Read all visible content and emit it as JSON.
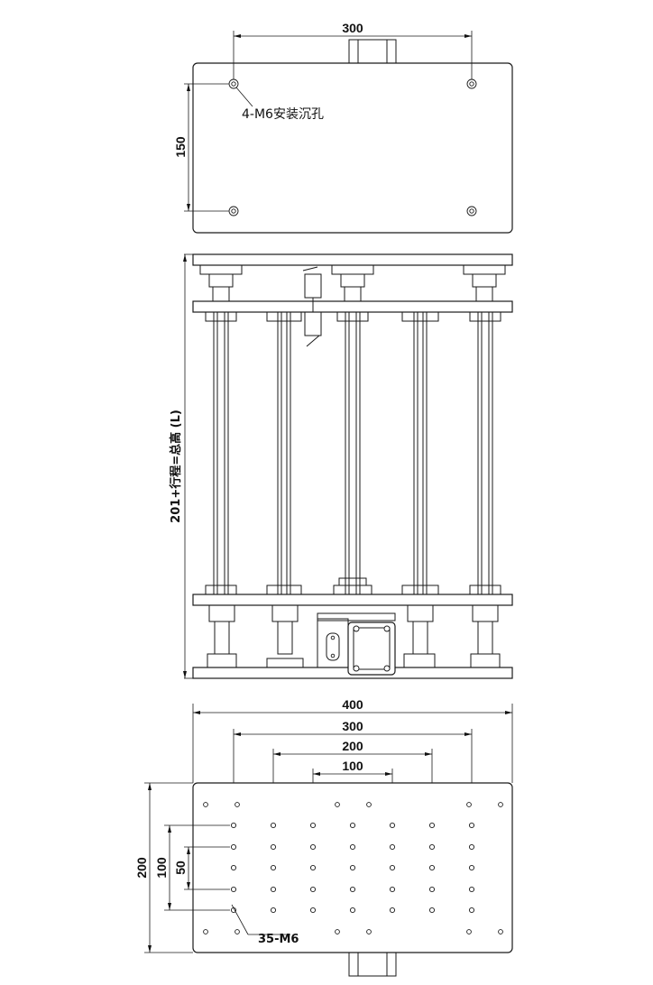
{
  "top_view": {
    "dim_width": "300",
    "dim_height": "150",
    "note": "4-M6安装沉孔"
  },
  "side_view": {
    "height_note": "201+行程=总高 (L)"
  },
  "bottom_view": {
    "dim_overall_width": "400",
    "dim_300": "300",
    "dim_200": "200",
    "dim_100": "100",
    "dim_overall_height": "200",
    "dim_v100": "100",
    "dim_v50": "50",
    "hole_note": "35-M6"
  }
}
